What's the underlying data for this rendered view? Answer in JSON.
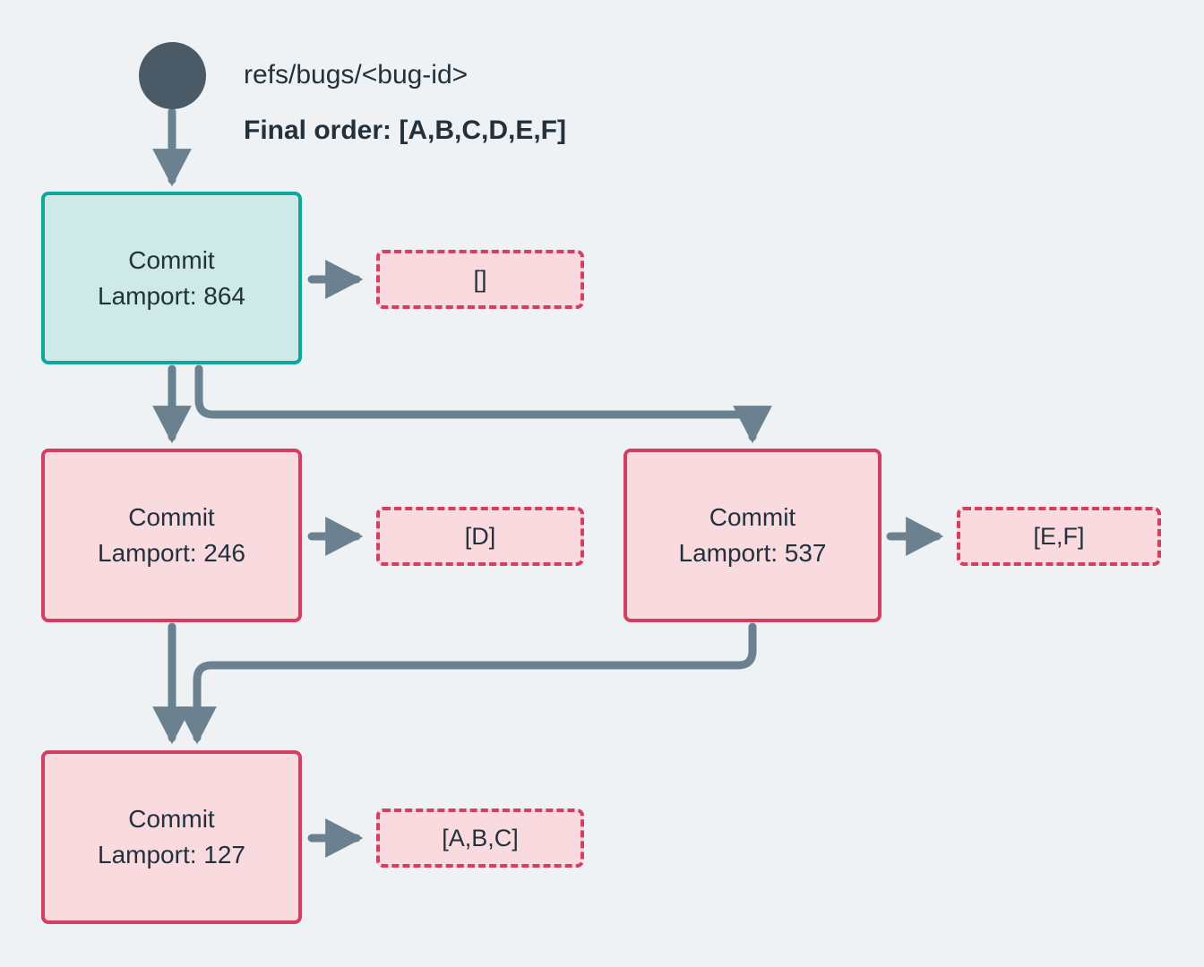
{
  "diagram": {
    "title": "refs/bugs/<bug-id>",
    "final_order_label": "Final order: [A,B,C,D,E,F]",
    "background_color": "#eef2f5",
    "root_node": {
      "name": "root-dot",
      "color": "#4a5a66"
    },
    "nodes": [
      {
        "id": "n864",
        "line1": "Commit",
        "line2": "Lamport: 864",
        "lamport": 864,
        "style": "teal",
        "fill": "#cdeae7",
        "stroke": "#0fa69b",
        "tag": "[]"
      },
      {
        "id": "n246",
        "line1": "Commit",
        "line2": "Lamport: 246",
        "lamport": 246,
        "style": "red",
        "fill": "#f9dade",
        "stroke": "#d43e5f",
        "tag": "[D]"
      },
      {
        "id": "n537",
        "line1": "Commit",
        "line2": "Lamport: 537",
        "lamport": 537,
        "style": "red",
        "fill": "#f9dade",
        "stroke": "#d43e5f",
        "tag": "[E,F]"
      },
      {
        "id": "n127",
        "line1": "Commit",
        "line2": "Lamport: 127",
        "lamport": 127,
        "style": "red",
        "fill": "#f9dade",
        "stroke": "#d43e5f",
        "tag": "[A,B,C]"
      }
    ],
    "edge_color": "#6b8190",
    "edges": [
      {
        "from": "root",
        "to": "n864"
      },
      {
        "from": "n864",
        "to": "n246"
      },
      {
        "from": "n864",
        "to": "n537"
      },
      {
        "from": "n246",
        "to": "n127"
      },
      {
        "from": "n537",
        "to": "n127"
      },
      {
        "from": "n864",
        "to": "tag-864"
      },
      {
        "from": "n246",
        "to": "tag-246"
      },
      {
        "from": "n537",
        "to": "tag-537"
      },
      {
        "from": "n127",
        "to": "tag-127"
      }
    ]
  }
}
